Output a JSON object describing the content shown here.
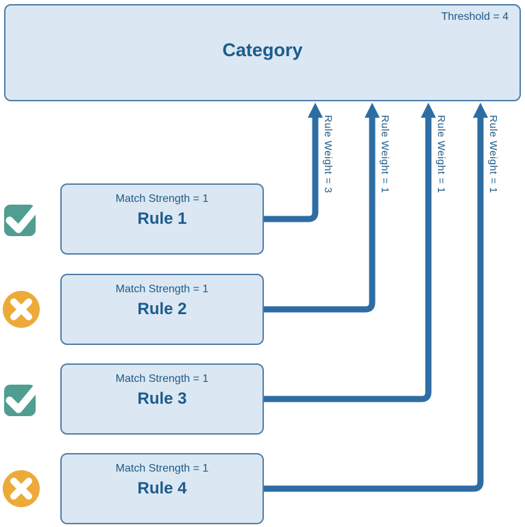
{
  "category": {
    "title": "Category",
    "threshold_label": "Threshold = 4"
  },
  "rules": [
    {
      "name": "Rule 1",
      "match_label": "Match Strength = 1",
      "weight_label": "Rule Weight = 3",
      "status_icon": "check"
    },
    {
      "name": "Rule 2",
      "match_label": "Match Strength = 1",
      "weight_label": "Rule Weight = 1",
      "status_icon": "cross"
    },
    {
      "name": "Rule 3",
      "match_label": "Match Strength = 1",
      "weight_label": "Rule Weight = 1",
      "status_icon": "check"
    },
    {
      "name": "Rule 4",
      "match_label": "Match Strength = 1",
      "weight_label": "Rule Weight = 1",
      "status_icon": "cross"
    }
  ],
  "colors": {
    "box_fill": "#dbe7f3",
    "box_border": "#4e7ea9",
    "arrow": "#2e6da3",
    "title_text": "#1d5c8d",
    "check_icon": "#4f9e91",
    "cross_icon": "#edaa38"
  }
}
